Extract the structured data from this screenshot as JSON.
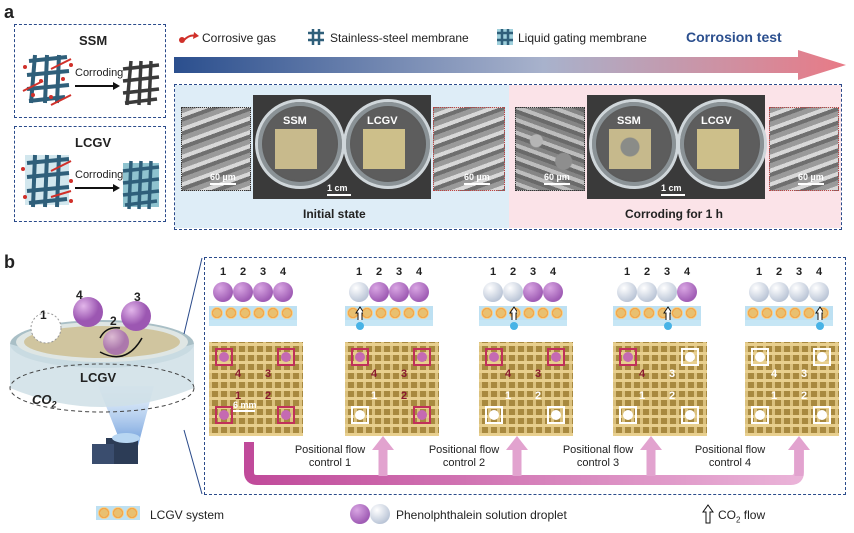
{
  "panel_a": {
    "letter": "a",
    "ssm_title": "SSM",
    "lcgv_title": "LCGV",
    "corroding_1": "Corroding",
    "corroding_2": "Corroding",
    "legend": {
      "corrosive_gas": "Corrosive gas",
      "ssm": "Stainless-steel membrane",
      "lgm": "Liquid gating membrane"
    },
    "corrosion_test": "Corrosion test",
    "left_group": {
      "label_ssm": "SSM",
      "label_lcgv": "LCGV",
      "scale_left": "60 µm",
      "scale_photo": "1 cm",
      "scale_right": "60 µm",
      "caption": "Initial state"
    },
    "right_group": {
      "label_ssm": "SSM",
      "label_lcgv": "LCGV",
      "scale_left": "60 µm",
      "scale_photo": "1 cm",
      "scale_right": "60 µm",
      "caption": "Corroding for 1 h"
    },
    "colors": {
      "left_bg": "#deedf7",
      "right_bg": "#fbe3e8",
      "arrow_start": "#2b4f8e",
      "arrow_end": "#e87a86"
    }
  },
  "panel_b": {
    "letter": "b",
    "scheme": {
      "n1": "1",
      "n2": "2",
      "n3": "3",
      "n4": "4",
      "lcgv": "LCGV",
      "co2": "CO",
      "co2_sub": "2"
    },
    "stages": [
      {
        "purple": [
          true,
          true,
          true,
          true
        ],
        "open": 0,
        "grid_nums": [
          "4",
          "3",
          "1",
          "2"
        ],
        "squares": [
          "r",
          "r",
          "r",
          "r"
        ],
        "scale": "6 mm"
      },
      {
        "purple": [
          false,
          true,
          true,
          true
        ],
        "open": 1,
        "grid_nums": [
          "4",
          "3",
          "1",
          "2"
        ],
        "squares": [
          "r",
          "r",
          "w",
          "r"
        ],
        "scale": ""
      },
      {
        "purple": [
          false,
          false,
          true,
          true
        ],
        "open": 2,
        "grid_nums": [
          "4",
          "3",
          "1",
          "2"
        ],
        "squares": [
          "r",
          "r",
          "w",
          "w"
        ],
        "scale": ""
      },
      {
        "purple": [
          false,
          false,
          false,
          true
        ],
        "open": 3,
        "grid_nums": [
          "4",
          "3",
          "1",
          "2"
        ],
        "squares": [
          "r",
          "w",
          "w",
          "w"
        ],
        "scale": ""
      },
      {
        "purple": [
          false,
          false,
          false,
          false
        ],
        "open": 4,
        "grid_nums": [
          "4",
          "3",
          "1",
          "2"
        ],
        "squares": [
          "w",
          "w",
          "w",
          "w"
        ],
        "scale": ""
      }
    ],
    "top_nums": [
      "1",
      "2",
      "3",
      "4"
    ],
    "flows": [
      {
        "line1": "Positional flow",
        "line2": "control 1"
      },
      {
        "line1": "Positional flow",
        "line2": "control 2"
      },
      {
        "line1": "Positional flow",
        "line2": "control 3"
      },
      {
        "line1": "Positional flow",
        "line2": "control 4"
      }
    ],
    "legend": {
      "system": "LCGV system",
      "droplet": "Phenolphthalein solution droplet",
      "co2_flow": "CO",
      "co2_flow_sub": "2",
      "co2_flow_tail": " flow"
    }
  }
}
